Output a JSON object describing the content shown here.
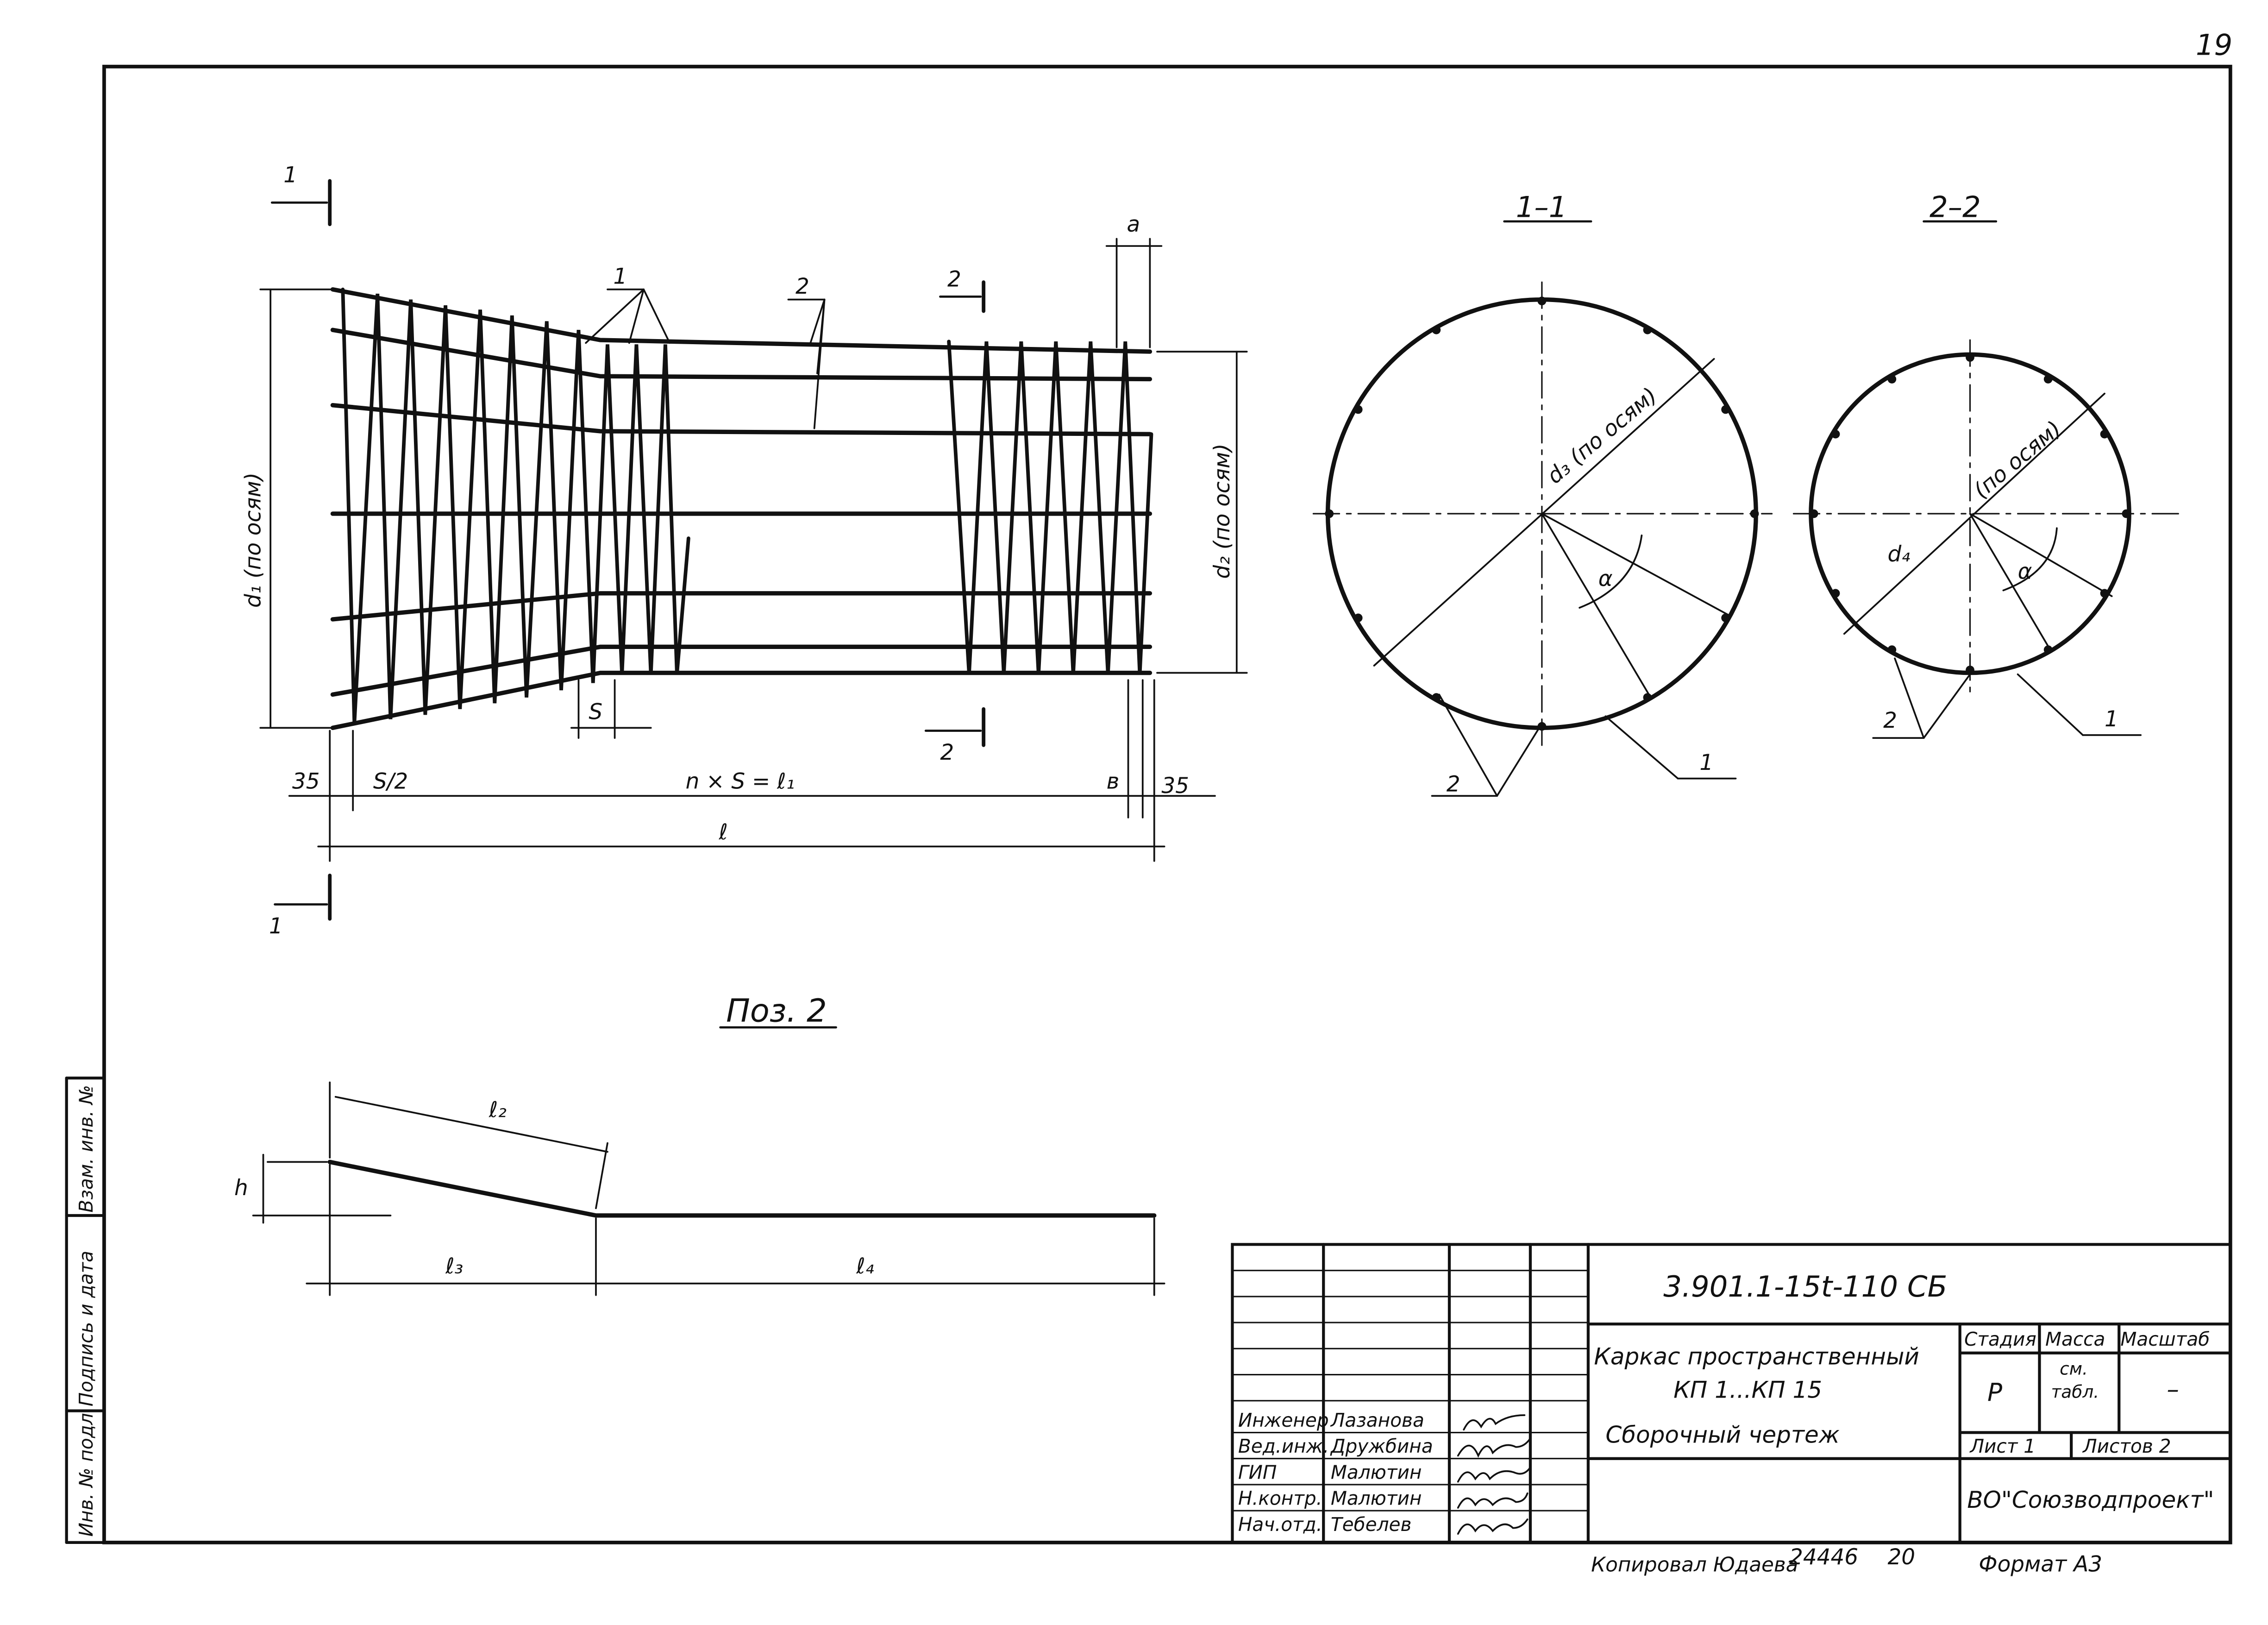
{
  "page_number": "19",
  "labels": {
    "section_1": "1",
    "section_2": "2",
    "pos_1": "1",
    "pos_2": "2",
    "dim_a": "a",
    "dim_b": "в",
    "dim_s": "S",
    "dim_s_half": "S/2",
    "dim_35_left": "35",
    "dim_35_right": "35",
    "dim_n_s_l1": "n × S = ℓ₁",
    "dim_l": "ℓ",
    "dim_d1": "d₁ (по осям)",
    "dim_d2": "d₂ (по осям)"
  },
  "section_views": {
    "view_1_title": "1–1",
    "view_2_title": "2–2",
    "d3": "d₃ (по осям)",
    "d4": "d₄",
    "d4_axes": "(по осям)",
    "alpha": "α",
    "leader_1": "1",
    "leader_2": "2"
  },
  "pos2": {
    "title": "Поз. 2",
    "l2": "ℓ₂",
    "l3": "ℓ₃",
    "l4": "ℓ₄",
    "h": "h"
  },
  "side_stamp": {
    "inv_no_podl": "Инв. № подл.",
    "signature_date": "Подпись и дата",
    "vzam_inv": "Взам. инв. №"
  },
  "title_block": {
    "doc_code": "3.901.1-15t-110 СБ",
    "title_line1": "Каркас пространственный",
    "title_line2": "КП 1...КП 15",
    "title_line3": "Сборочный чертеж",
    "stage_header": "Стадия",
    "mass_header": "Масса",
    "scale_header": "Масштаб",
    "stage_value": "Р",
    "mass_value_1": "см.",
    "mass_value_2": "табл.",
    "scale_value": "–",
    "sheet": "Лист 1",
    "sheets": "Листов 2",
    "organization": "ВО\"Союзводпроект\"",
    "roles": [
      "Инженер",
      "Вед.инж.",
      "ГИП",
      "Н.контр.",
      "Нач.отд."
    ],
    "names": [
      "Лазанова",
      "Дружбина",
      "Малютин",
      "Малютин",
      "Тебелев"
    ]
  },
  "footer": {
    "copied_by": "Копировал Юдаева",
    "number": "24446",
    "number2": "20",
    "format": "Формат А3"
  }
}
